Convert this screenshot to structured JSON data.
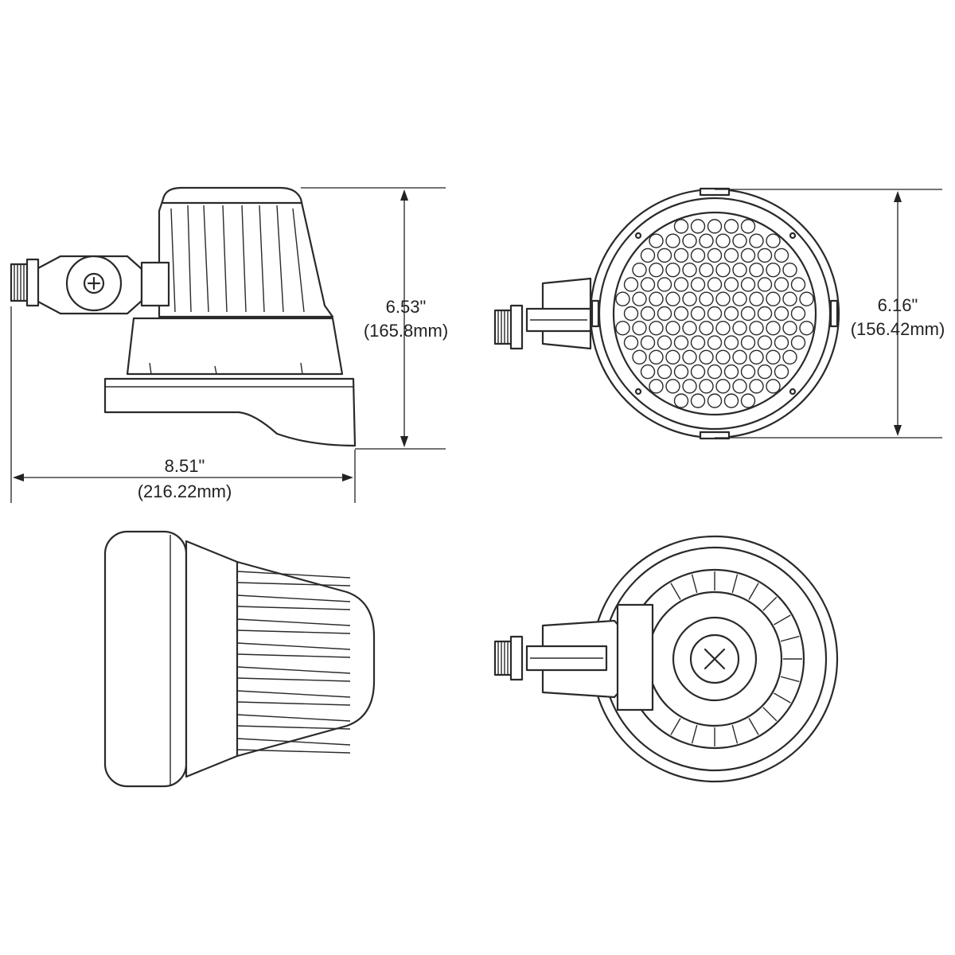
{
  "dimensions": {
    "side_height": {
      "inches": "6.53\"",
      "mm": "(165.8mm)"
    },
    "side_width": {
      "inches": "8.51\"",
      "mm": "(216.22mm)"
    },
    "front_diameter": {
      "inches": "6.16\"",
      "mm": "(156.42mm)"
    }
  }
}
